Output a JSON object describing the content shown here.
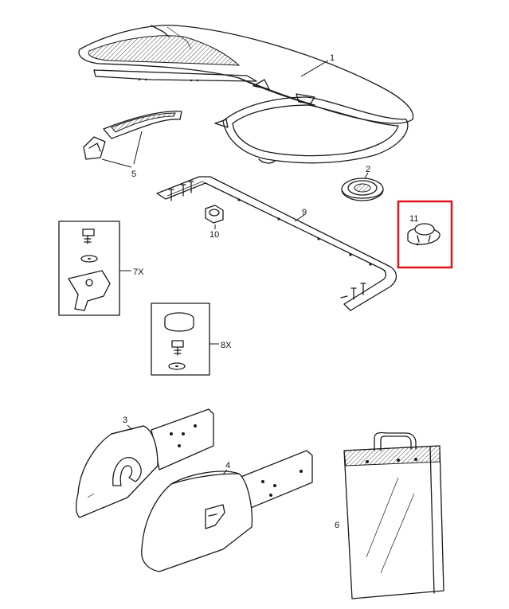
{
  "callouts": {
    "p1": "1",
    "p2": "2",
    "p3": "3",
    "p4": "4",
    "p5": "5",
    "p6": "6",
    "p7": "7X",
    "p8": "8X",
    "p9": "9",
    "p10": "10",
    "p11": "11"
  },
  "highlight_color": "#e0141e",
  "line_color": "#1a1a1a"
}
